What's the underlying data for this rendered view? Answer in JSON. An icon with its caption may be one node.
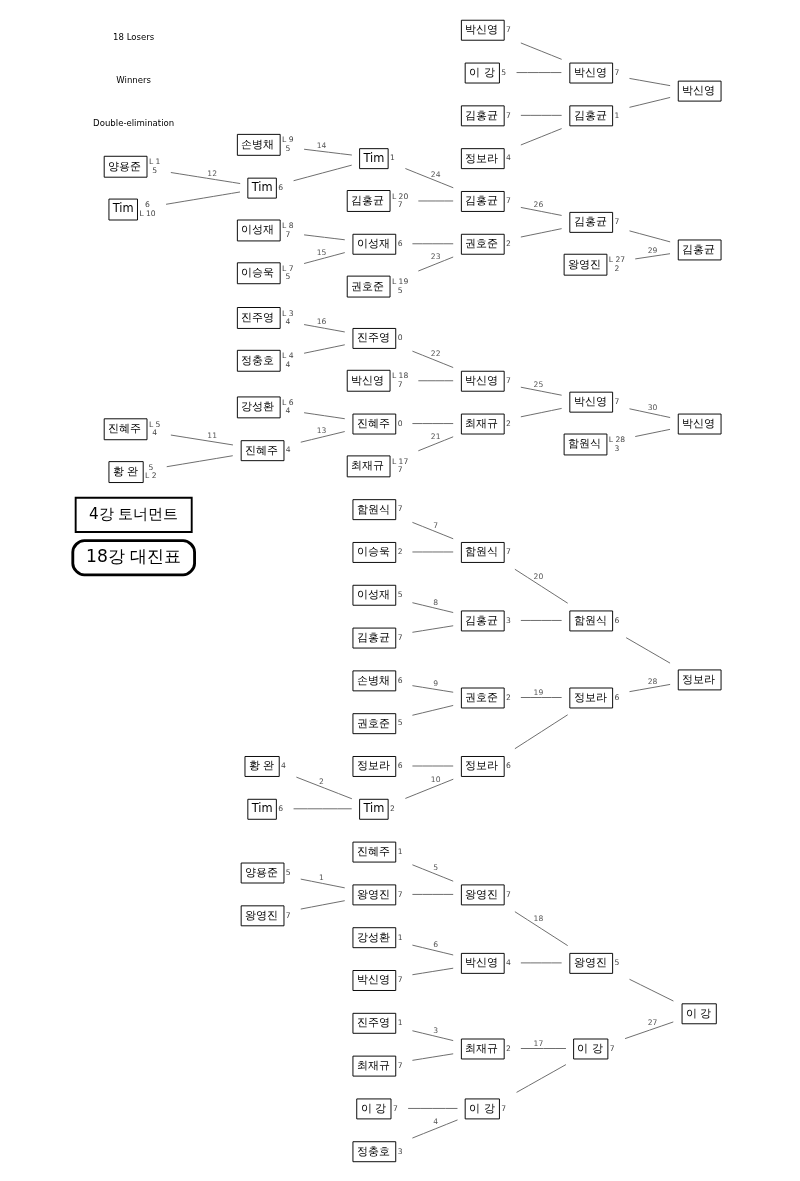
{
  "diagram": {
    "nodes": [
      {
        "text": [
          "18강 대진표"
        ]
      },
      {
        "text": [
          "4강 토너먼트"
        ]
      },
      {
        "text": [
          "진주영"
        ],
        "beside": [
          "1"
        ]
      },
      {
        "text": [
          "최재규"
        ],
        "beside": [
          "7"
        ]
      },
      {
        "text": [
          "정충호"
        ],
        "beside": [
          "3"
        ]
      },
      {
        "text": [
          "이 강"
        ],
        "beside": [
          "7"
        ]
      },
      {
        "text": [
          "진혜주"
        ],
        "beside": [
          "1"
        ]
      },
      {
        "text": [
          "양용준"
        ],
        "beside": [
          "5"
        ]
      },
      {
        "text": [
          "왕영진"
        ],
        "beside": [
          "7"
        ]
      },
      {
        "text": [
          "왕영진"
        ],
        "beside": [
          "7"
        ]
      },
      {
        "text": [
          "강성환"
        ],
        "beside": [
          "1"
        ]
      },
      {
        "text": [
          "박신영"
        ],
        "beside": [
          "7"
        ]
      },
      {
        "text": [
          "최재규"
        ],
        "beside": [
          "2"
        ]
      },
      {
        "text": [
          "이 강"
        ],
        "beside": [
          "7"
        ]
      },
      {
        "text": [
          "왕영진"
        ],
        "beside": [
          "7"
        ]
      },
      {
        "text": [
          "박신영"
        ],
        "beside": [
          "4"
        ]
      },
      {
        "text": [
          "이 강"
        ],
        "beside": [
          "7"
        ]
      },
      {
        "text": [
          "왕영진"
        ],
        "beside": [
          "5"
        ]
      },
      {
        "text": [
          "이 강"
        ]
      },
      {
        "text": [
          "손병채"
        ],
        "beside": [
          "6"
        ]
      },
      {
        "text": [
          "권호준"
        ],
        "beside": [
          "5"
        ]
      },
      {
        "text": [
          "황 완"
        ],
        "beside": [
          "4"
        ]
      },
      {
        "text": [
          "Tim"
        ],
        "beside": [
          "6"
        ]
      },
      {
        "text": [
          "Tim"
        ],
        "beside": [
          "2"
        ]
      },
      {
        "text": [
          "정보라"
        ],
        "beside": [
          "6"
        ]
      },
      {
        "text": [
          "함원식"
        ],
        "beside": [
          "7"
        ]
      },
      {
        "text": [
          "이승욱"
        ],
        "beside": [
          "2"
        ]
      },
      {
        "text": [
          "이성재"
        ],
        "beside": [
          "5"
        ]
      },
      {
        "text": [
          "김홍균"
        ],
        "beside": [
          "7"
        ]
      },
      {
        "text": [
          "권호준"
        ],
        "beside": [
          "2"
        ]
      },
      {
        "text": [
          "정보라"
        ],
        "beside": [
          "6"
        ]
      },
      {
        "text": [
          "함원식"
        ],
        "beside": [
          "7"
        ]
      },
      {
        "text": [
          "김홍균"
        ],
        "beside": [
          "3"
        ]
      },
      {
        "text": [
          "정보라"
        ],
        "beside": [
          "6"
        ]
      },
      {
        "text": [
          "함원식"
        ],
        "beside": [
          "6"
        ]
      },
      {
        "text": [
          "정보라"
        ]
      },
      {
        "text": [
          "진주영"
        ],
        "beside": [
          "L 3",
          "4"
        ]
      },
      {
        "text": [
          "정충호"
        ],
        "beside": [
          "L 4",
          "4"
        ]
      },
      {
        "text": [
          "진혜주"
        ],
        "beside": [
          "L 5",
          "4"
        ]
      },
      {
        "text": [
          "황 완"
        ],
        "beside": [
          "5",
          "L 2"
        ]
      },
      {
        "text": [
          "진혜주"
        ],
        "beside": [
          "4"
        ]
      },
      {
        "text": [
          "강성환"
        ],
        "beside": [
          "L 6",
          "4"
        ]
      },
      {
        "text": [
          "진주영"
        ],
        "beside": [
          "0"
        ]
      },
      {
        "text": [
          "박신영"
        ],
        "beside": [
          "L 18",
          "7"
        ]
      },
      {
        "text": [
          "최재규"
        ],
        "beside": [
          "L 17",
          "7"
        ]
      },
      {
        "text": [
          "진혜주"
        ],
        "beside": [
          "0"
        ]
      },
      {
        "text": [
          "박신영"
        ],
        "beside": [
          "7"
        ]
      },
      {
        "text": [
          "최재규"
        ],
        "beside": [
          "2"
        ]
      },
      {
        "text": [
          "박신영"
        ],
        "beside": [
          "7"
        ]
      },
      {
        "text": [
          "함원식"
        ],
        "beside": [
          "L 28",
          "3"
        ]
      },
      {
        "text": [
          "박신영"
        ]
      },
      {
        "text": [
          "손병채"
        ],
        "beside": [
          "L 9",
          "5"
        ]
      },
      {
        "text": [
          "양용준"
        ],
        "beside": [
          "L 1",
          "5"
        ]
      },
      {
        "text": [
          "Tim"
        ],
        "beside": [
          "6",
          "L 10"
        ]
      },
      {
        "text": [
          "Tim"
        ],
        "beside": [
          "6"
        ]
      },
      {
        "text": [
          "Tim"
        ],
        "beside": [
          "1"
        ]
      },
      {
        "text": [
          "김홍균"
        ],
        "beside": [
          "L 20",
          "7"
        ]
      },
      {
        "text": [
          "이승욱"
        ],
        "beside": [
          "L 7",
          "5"
        ]
      },
      {
        "text": [
          "이성재"
        ],
        "beside": [
          "L 8",
          "7"
        ]
      },
      {
        "text": [
          "권호준"
        ],
        "beside": [
          "L 19",
          "5"
        ]
      },
      {
        "text": [
          "이성재"
        ],
        "beside": [
          "6"
        ]
      },
      {
        "text": [
          "김홍균"
        ],
        "beside": [
          "7"
        ]
      },
      {
        "text": [
          "권호준"
        ],
        "beside": [
          "2"
        ]
      },
      {
        "text": [
          "김홍균"
        ],
        "beside": [
          "7"
        ]
      },
      {
        "text": [
          "왕영진"
        ],
        "beside": [
          "L 27",
          "2"
        ]
      },
      {
        "text": [
          "김홍균"
        ]
      },
      {
        "text": [
          "박신영"
        ],
        "beside": [
          "7"
        ]
      },
      {
        "text": [
          "이 강"
        ],
        "beside": [
          "5"
        ]
      },
      {
        "text": [
          "정보라"
        ],
        "beside": [
          "4"
        ]
      },
      {
        "text": [
          "김홍균"
        ],
        "beside": [
          "7"
        ]
      },
      {
        "text": [
          "박신영"
        ],
        "beside": [
          "7"
        ]
      },
      {
        "text": [
          "김홍균"
        ],
        "beside": [
          "1"
        ]
      },
      {
        "text": [
          "박신영"
        ]
      }
    ],
    "edges": [
      {
        "from": 7,
        "to": 9,
        "arrow": "none",
        "label": "1"
      },
      {
        "from": 8,
        "to": 9,
        "arrow": "none"
      },
      {
        "from": 2,
        "to": 12,
        "arrow": "none",
        "label": "3"
      },
      {
        "from": 3,
        "to": 12,
        "arrow": "none"
      },
      {
        "from": 4,
        "to": 13,
        "arrow": "none",
        "label": "4"
      },
      {
        "from": 5,
        "to": 13,
        "arrow": "none"
      },
      {
        "from": 6,
        "to": 14,
        "arrow": "none",
        "label": "5"
      },
      {
        "from": 9,
        "to": 14,
        "arrow": "none"
      },
      {
        "from": 10,
        "to": 15,
        "arrow": "none",
        "label": "6"
      },
      {
        "from": 11,
        "to": 15,
        "arrow": "none"
      },
      {
        "from": 12,
        "to": 16,
        "arrow": "none",
        "label": "17"
      },
      {
        "from": 13,
        "to": 16,
        "arrow": "none"
      },
      {
        "from": 14,
        "to": 17,
        "arrow": "none",
        "label": "18"
      },
      {
        "from": 15,
        "to": 17,
        "arrow": "none"
      },
      {
        "from": 16,
        "to": 18,
        "arrow": "none",
        "label": "27"
      },
      {
        "from": 17,
        "to": 18,
        "arrow": "none"
      },
      {
        "from": 21,
        "to": 23,
        "arrow": "none",
        "label": "2"
      },
      {
        "from": 22,
        "to": 23,
        "arrow": "none"
      },
      {
        "from": 19,
        "to": 29,
        "arrow": "none",
        "label": "9"
      },
      {
        "from": 20,
        "to": 29,
        "arrow": "none"
      },
      {
        "from": 23,
        "to": 30,
        "arrow": "none",
        "label": "10"
      },
      {
        "from": 24,
        "to": 30,
        "arrow": "none"
      },
      {
        "from": 25,
        "to": 31,
        "arrow": "none",
        "label": "7"
      },
      {
        "from": 26,
        "to": 31,
        "arrow": "none"
      },
      {
        "from": 27,
        "to": 32,
        "arrow": "none",
        "label": "8"
      },
      {
        "from": 28,
        "to": 32,
        "arrow": "none"
      },
      {
        "from": 29,
        "to": 33,
        "arrow": "none",
        "label": "19"
      },
      {
        "from": 30,
        "to": 33,
        "arrow": "none"
      },
      {
        "from": 31,
        "to": 34,
        "arrow": "none",
        "label": "20"
      },
      {
        "from": 32,
        "to": 34,
        "arrow": "none"
      },
      {
        "from": 33,
        "to": 35,
        "arrow": "none",
        "label": "28"
      },
      {
        "from": 34,
        "to": 35,
        "arrow": "none"
      },
      {
        "from": 38,
        "to": 40,
        "arrow": "none",
        "label": "11"
      },
      {
        "from": 39,
        "to": 40,
        "arrow": "none"
      },
      {
        "from": 36,
        "to": 42,
        "arrow": "none",
        "label": "16"
      },
      {
        "from": 37,
        "to": 42,
        "arrow": "none"
      },
      {
        "from": 40,
        "to": 45,
        "arrow": "none",
        "label": "13"
      },
      {
        "from": 41,
        "to": 45,
        "arrow": "none"
      },
      {
        "from": 42,
        "to": 46,
        "arrow": "none",
        "label": "22"
      },
      {
        "from": 43,
        "to": 46,
        "arrow": "none"
      },
      {
        "from": 44,
        "to": 47,
        "arrow": "none",
        "label": "21"
      },
      {
        "from": 45,
        "to": 47,
        "arrow": "none"
      },
      {
        "from": 46,
        "to": 48,
        "arrow": "none",
        "label": "25"
      },
      {
        "from": 47,
        "to": 48,
        "arrow": "none"
      },
      {
        "from": 48,
        "to": 50,
        "arrow": "none",
        "label": "30"
      },
      {
        "from": 49,
        "to": 50,
        "arrow": "none"
      },
      {
        "from": 52,
        "to": 54,
        "arrow": "none",
        "label": "12"
      },
      {
        "from": 53,
        "to": 54,
        "arrow": "none"
      },
      {
        "from": 51,
        "to": 55,
        "arrow": "none",
        "label": "14"
      },
      {
        "from": 54,
        "to": 55,
        "arrow": "none"
      },
      {
        "from": 57,
        "to": 60,
        "arrow": "none",
        "label": "15"
      },
      {
        "from": 58,
        "to": 60,
        "arrow": "none"
      },
      {
        "from": 55,
        "to": 61,
        "arrow": "none",
        "label": "24"
      },
      {
        "from": 56,
        "to": 61,
        "arrow": "none"
      },
      {
        "from": 59,
        "to": 62,
        "arrow": "none",
        "label": "23"
      },
      {
        "from": 60,
        "to": 62,
        "arrow": "none"
      },
      {
        "from": 61,
        "to": 63,
        "arrow": "none",
        "label": "26"
      },
      {
        "from": 62,
        "to": 63,
        "arrow": "none"
      },
      {
        "from": 64,
        "to": 65,
        "arrow": "none",
        "label": "29"
      },
      {
        "from": 63,
        "to": 65,
        "arrow": "none"
      },
      {
        "from": 66,
        "to": 70,
        "arrow": "none"
      },
      {
        "from": 67,
        "to": 70,
        "arrow": "none"
      },
      {
        "from": 68,
        "to": 71,
        "arrow": "none"
      },
      {
        "from": 69,
        "to": 71,
        "arrow": "none"
      },
      {
        "from": 70,
        "to": 72,
        "arrow": "none"
      },
      {
        "from": 71,
        "to": 72,
        "arrow": "none"
      }
    ],
    "labels": [
      "Double-elimination",
      "Winners",
      "18 Losers"
    ]
  }
}
